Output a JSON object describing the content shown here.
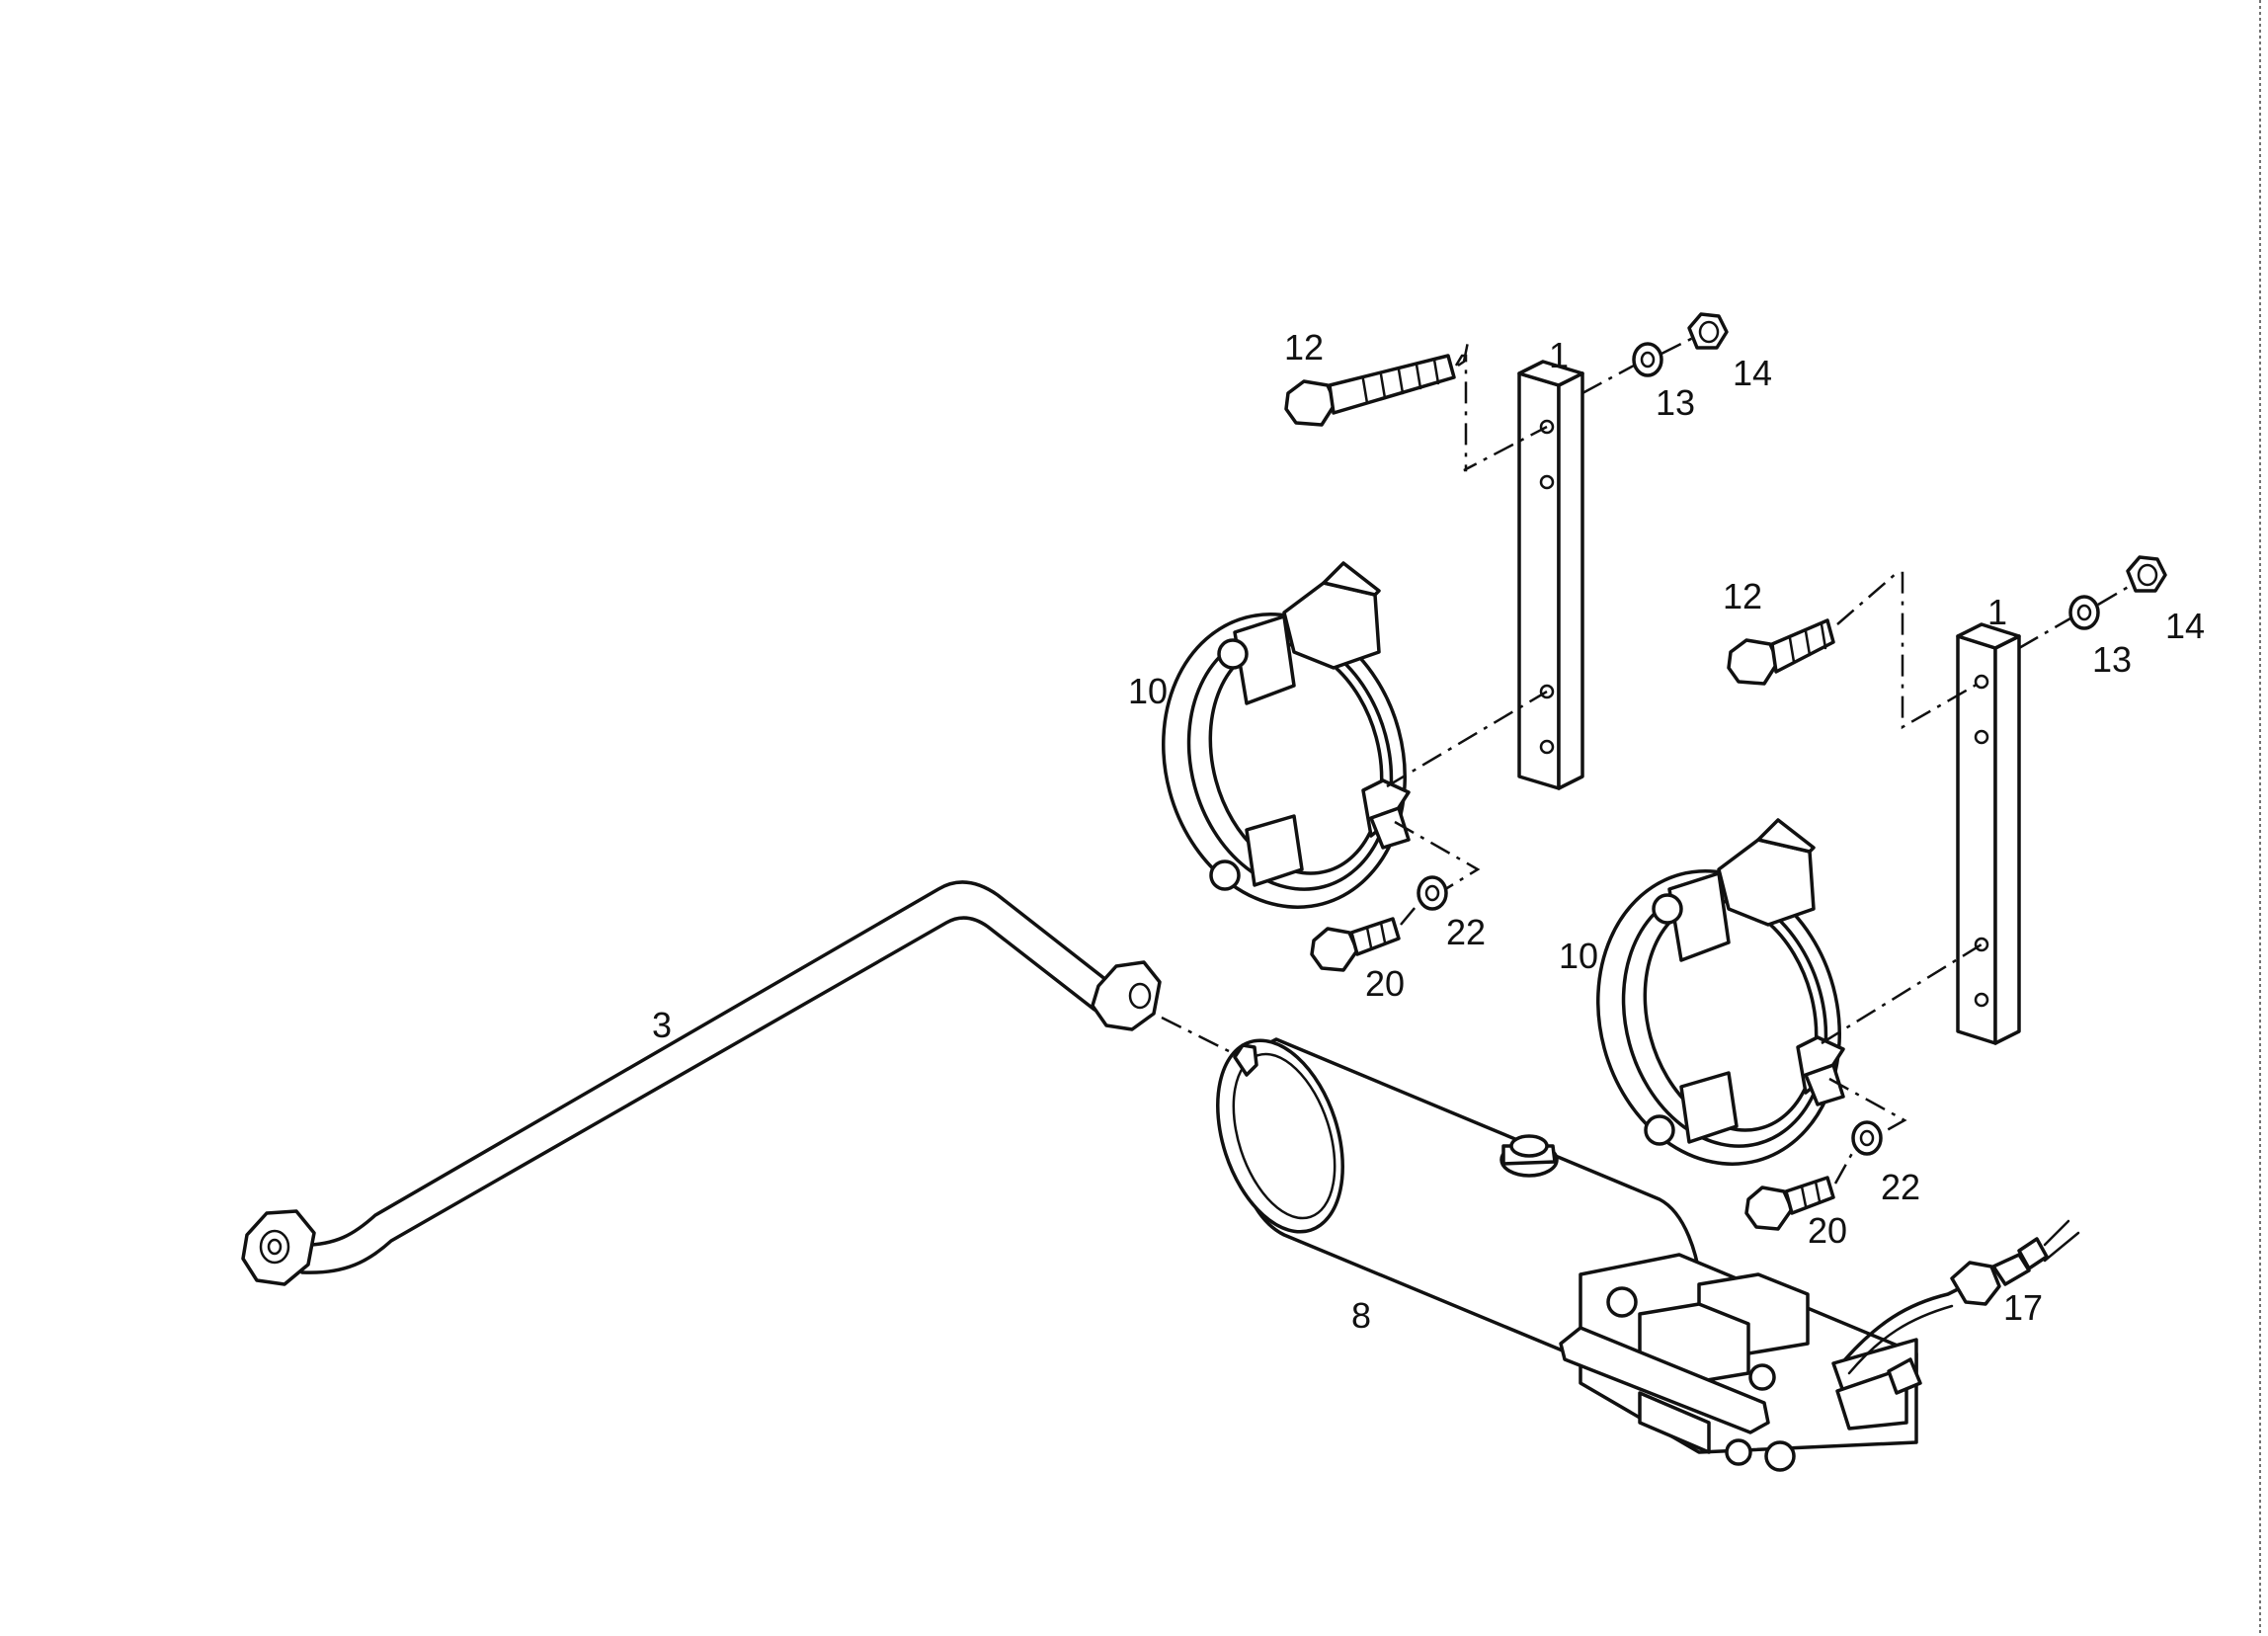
{
  "diagram": {
    "callouts": [
      {
        "id": "left-strap",
        "text": "1"
      },
      {
        "id": "right-strap",
        "text": "1"
      },
      {
        "id": "pipe",
        "text": "3"
      },
      {
        "id": "reservoir",
        "text": "8"
      },
      {
        "id": "left-clamp",
        "text": "10"
      },
      {
        "id": "right-clamp",
        "text": "10"
      },
      {
        "id": "left-top-bolt",
        "text": "12"
      },
      {
        "id": "right-top-bolt",
        "text": "12"
      },
      {
        "id": "left-top-washer",
        "text": "13"
      },
      {
        "id": "right-top-washer",
        "text": "13"
      },
      {
        "id": "left-top-nut",
        "text": "14"
      },
      {
        "id": "right-top-nut",
        "text": "14"
      },
      {
        "id": "sensor-fitting",
        "text": "17"
      },
      {
        "id": "left-bottom-bolt",
        "text": "20"
      },
      {
        "id": "right-bottom-bolt",
        "text": "20"
      },
      {
        "id": "left-bottom-washer",
        "text": "22"
      },
      {
        "id": "right-bottom-washer",
        "text": "22"
      }
    ]
  }
}
